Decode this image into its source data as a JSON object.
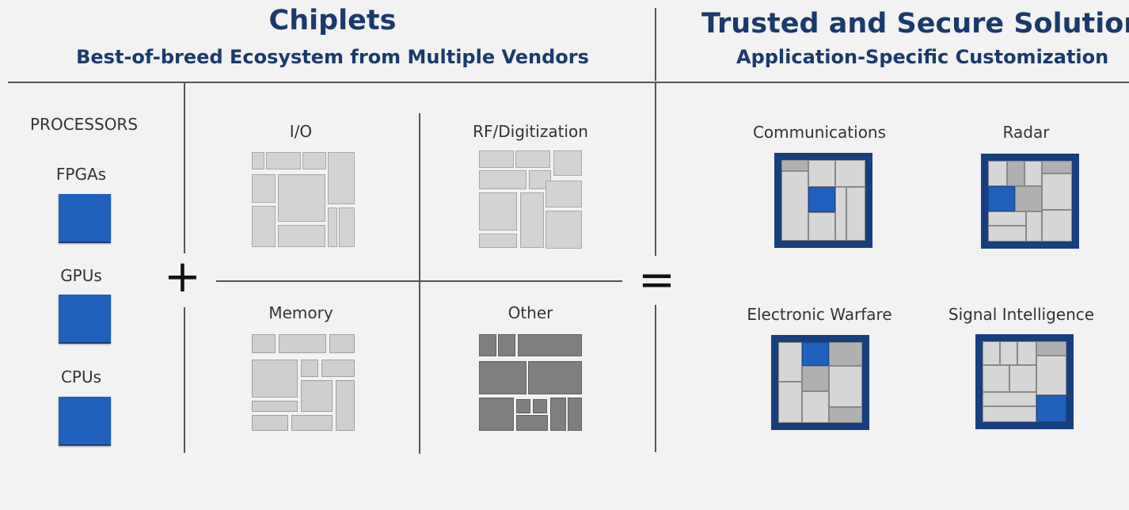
{
  "left_header": {
    "title": "Chiplets",
    "subtitle": "Best-of-breed Ecosystem from Multiple Vendors"
  },
  "right_header": {
    "title": "Trusted and Secure Solutions",
    "subtitle": "Application-Specific Customization"
  },
  "processors": {
    "heading": "PROCESSORS",
    "items": [
      "FPGAs",
      "GPUs",
      "CPUs"
    ]
  },
  "chiplet_categories": [
    "I/O",
    "RF/Digitization",
    "Memory",
    "Other"
  ],
  "solutions": [
    "Communications",
    "Radar",
    "Electronic Warfare",
    "Signal Intelligence"
  ],
  "operators": {
    "plus": "+",
    "equals": "="
  },
  "colors": {
    "heading": "#1b3a6b",
    "accent_blue": "#1f5fbd",
    "frame_blue": "#173f7d"
  }
}
